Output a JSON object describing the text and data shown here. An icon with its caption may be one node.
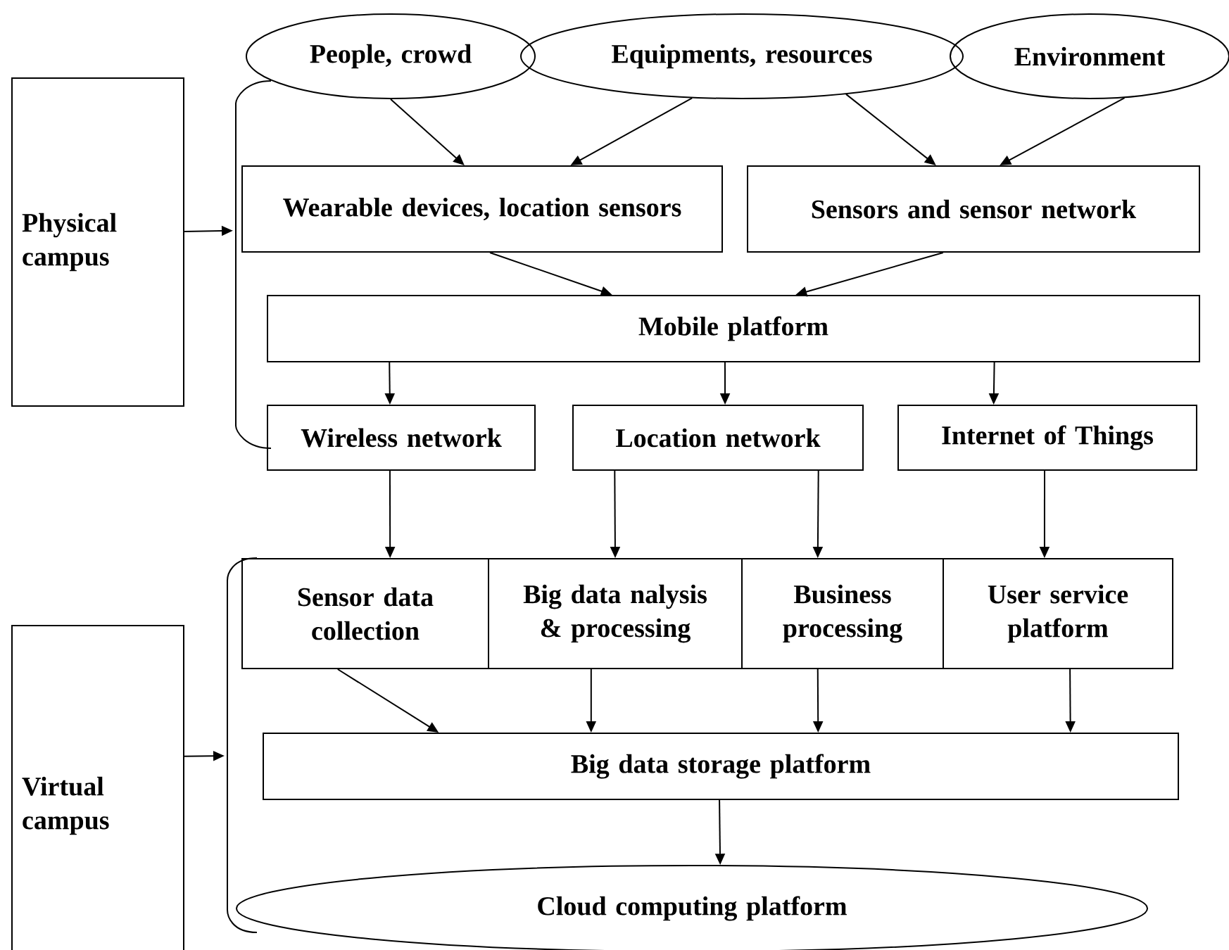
{
  "diagram": {
    "nodes": [
      {
        "text": [
          "Physical campus"
        ]
      },
      {
        "text": [
          "People, crowd"
        ]
      },
      {
        "text": [
          "Equipments, resources"
        ]
      },
      {
        "text": [
          "Environment"
        ]
      },
      {
        "text": [
          "Wearable devices, location sensors"
        ]
      },
      {
        "text": [
          "Sensors and sensor network"
        ]
      },
      {
        "text": [
          "Mobile platform"
        ]
      },
      {
        "text": [
          "Wireless network"
        ]
      },
      {
        "text": [
          "Location network"
        ]
      },
      {
        "text": [
          "Internet of Things"
        ]
      },
      {
        "text": [
          "Sensor data collection"
        ]
      },
      {
        "text": [
          "Big data nalysis & processing"
        ]
      },
      {
        "text": [
          "Business processing"
        ]
      },
      {
        "text": [
          "User service platform"
        ]
      },
      {
        "text": [
          "Big data storage platform"
        ]
      },
      {
        "text": [
          "Cloud computing platform"
        ]
      },
      {
        "text": [
          "Virtual campus"
        ]
      },
      {
        "text": [],
        "shape": "bracket"
      },
      {
        "text": [],
        "shape": "bracket"
      }
    ],
    "edges": [
      {
        "from": 1,
        "to": 4,
        "arrow": "to"
      },
      {
        "from": 2,
        "to": 4,
        "arrow": "to"
      },
      {
        "from": 2,
        "to": 5,
        "arrow": "to"
      },
      {
        "from": 3,
        "to": 5,
        "arrow": "to"
      },
      {
        "from": 4,
        "to": 6,
        "arrow": "to"
      },
      {
        "from": 5,
        "to": 6,
        "arrow": "to"
      },
      {
        "from": 6,
        "to": 7,
        "arrow": "to"
      },
      {
        "from": 6,
        "to": 8,
        "arrow": "to"
      },
      {
        "from": 6,
        "to": 9,
        "arrow": "to"
      },
      {
        "from": 7,
        "to": 10,
        "arrow": "to"
      },
      {
        "from": 8,
        "to": 11,
        "arrow": "to"
      },
      {
        "from": 8,
        "to": 12,
        "arrow": "to"
      },
      {
        "from": 9,
        "to": 13,
        "arrow": "to"
      },
      {
        "from": 10,
        "to": 14,
        "arrow": "to"
      },
      {
        "from": 11,
        "to": 14,
        "arrow": "to"
      },
      {
        "from": 12,
        "to": 14,
        "arrow": "to"
      },
      {
        "from": 13,
        "to": 14,
        "arrow": "to"
      },
      {
        "from": 14,
        "to": 15,
        "arrow": "to"
      },
      {
        "from": 0,
        "to": 17,
        "arrow": "to"
      },
      {
        "from": 16,
        "to": 18,
        "arrow": "to"
      }
    ]
  }
}
